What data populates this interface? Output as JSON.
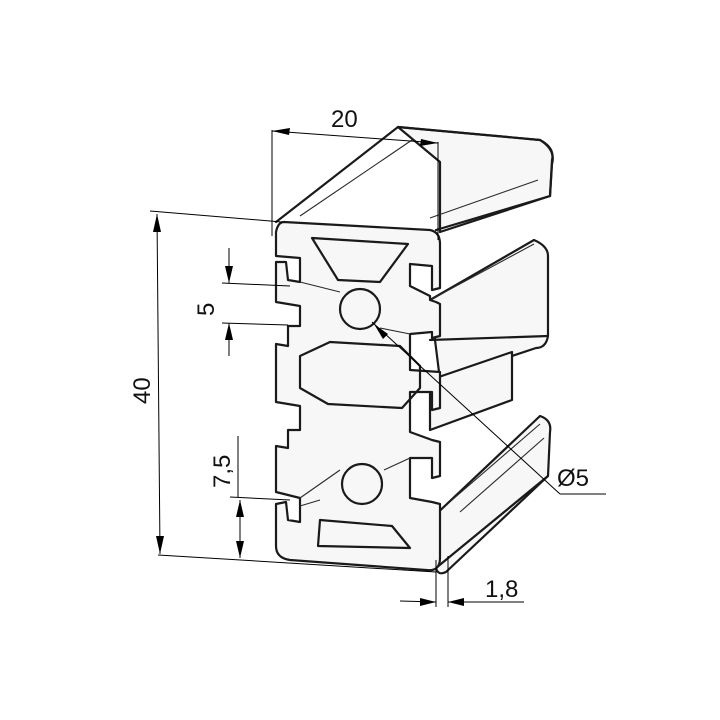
{
  "dimensions": {
    "width": "20",
    "height": "40",
    "slot": "5",
    "offset": "7,5",
    "hole": "Ø5",
    "wall": "1,8"
  }
}
